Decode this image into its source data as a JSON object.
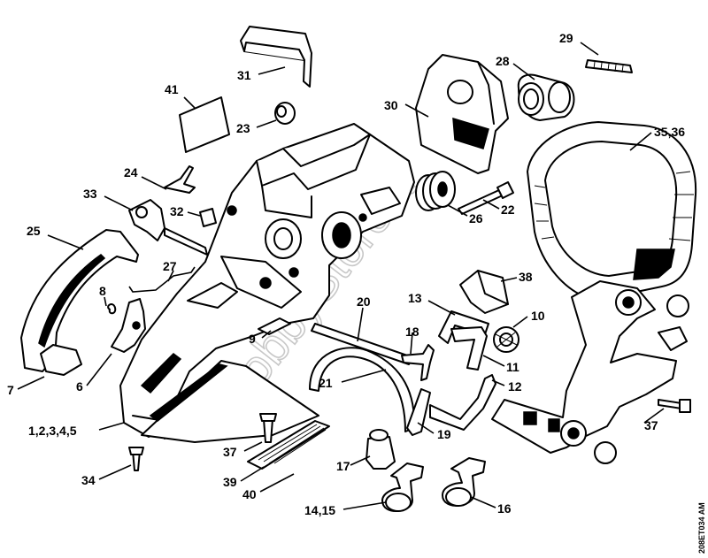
{
  "diagram": {
    "watermark": "HobbyStore.it",
    "document_code": "208ET034 AM",
    "callouts": [
      {
        "id": "c29",
        "text": "29"
      },
      {
        "id": "c28",
        "text": "28"
      },
      {
        "id": "c31",
        "text": "31"
      },
      {
        "id": "c41",
        "text": "41"
      },
      {
        "id": "c23",
        "text": "23"
      },
      {
        "id": "c30",
        "text": "30"
      },
      {
        "id": "c3536",
        "text": "35,36"
      },
      {
        "id": "c24",
        "text": "24"
      },
      {
        "id": "c33",
        "text": "33"
      },
      {
        "id": "c32",
        "text": "32"
      },
      {
        "id": "c22",
        "text": "22"
      },
      {
        "id": "c26",
        "text": "26"
      },
      {
        "id": "c25",
        "text": "25"
      },
      {
        "id": "c27",
        "text": "27"
      },
      {
        "id": "c38",
        "text": "38"
      },
      {
        "id": "c8",
        "text": "8"
      },
      {
        "id": "c13",
        "text": "13"
      },
      {
        "id": "c20",
        "text": "20"
      },
      {
        "id": "c10",
        "text": "10"
      },
      {
        "id": "c9",
        "text": "9"
      },
      {
        "id": "c18",
        "text": "18"
      },
      {
        "id": "c11",
        "text": "11"
      },
      {
        "id": "c7",
        "text": "7"
      },
      {
        "id": "c6",
        "text": "6"
      },
      {
        "id": "c21",
        "text": "21"
      },
      {
        "id": "c12",
        "text": "12"
      },
      {
        "id": "c37a",
        "text": "37"
      },
      {
        "id": "c12345",
        "text": "1,2,3,4,5"
      },
      {
        "id": "c19",
        "text": "19"
      },
      {
        "id": "c37b",
        "text": "37"
      },
      {
        "id": "c17",
        "text": "17"
      },
      {
        "id": "c34",
        "text": "34"
      },
      {
        "id": "c39",
        "text": "39"
      },
      {
        "id": "c40",
        "text": "40"
      },
      {
        "id": "c1415",
        "text": "14,15"
      },
      {
        "id": "c16",
        "text": "16"
      }
    ]
  }
}
